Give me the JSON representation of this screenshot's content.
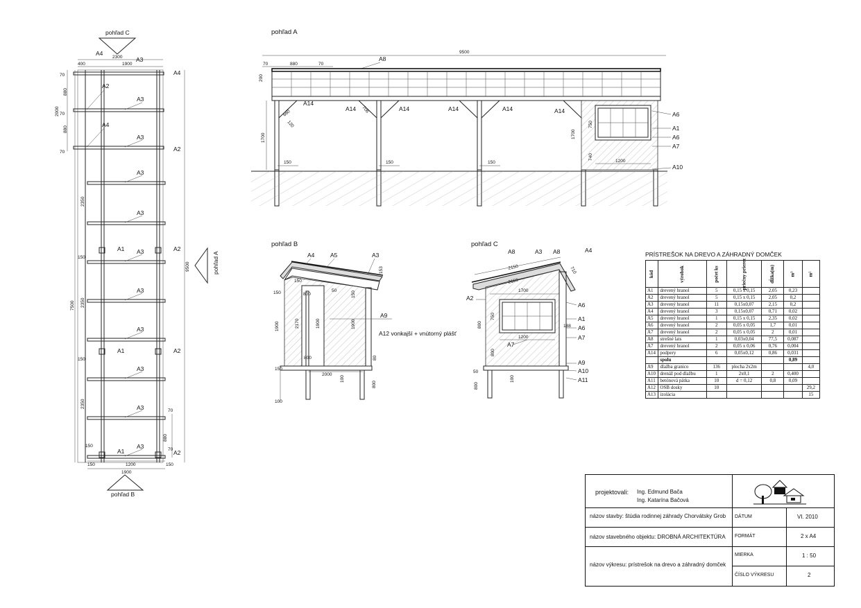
{
  "views": {
    "plan_top": "pohľad C",
    "plan_bottom": "pohľad B",
    "plan_side": "pohľad A",
    "a": "pohľad A",
    "b": "pohľad B",
    "c": "pohľad C"
  },
  "plan": {
    "dim_top_total": "2300",
    "dim_top_left": "400",
    "dim_top_right": "1900",
    "dim_left_total": "2000",
    "dim_left_880a": "880",
    "dim_left_880b": "880",
    "dim_70a": "70",
    "dim_70b": "70",
    "dim_70c": "70",
    "dim_2350a": "2350",
    "dim_2350b": "2350",
    "dim_2350c": "2350",
    "dim_7500": "7500",
    "dim_9500": "9500",
    "dim_150a": "150",
    "dim_150b": "150",
    "dim_150c": "150",
    "dim_bottom_150l": "150",
    "dim_bottom_1200": "1200",
    "dim_bottom_150r": "150",
    "dim_bottom_1900": "1900",
    "dim_right_70a": "70",
    "dim_right_880": "880",
    "dim_right_70b": "70",
    "labels": [
      "A4",
      "A3",
      "A2",
      "A4",
      "A3",
      "A4",
      "A3",
      "A2",
      "A3",
      "A3",
      "A1",
      "A3",
      "A2",
      "A3",
      "A3",
      "A1",
      "A2",
      "A3",
      "A3",
      "A3",
      "A1",
      "A2"
    ]
  },
  "view_a": {
    "dim_total": "9500",
    "dim_70l": "70",
    "dim_880": "880",
    "dim_70r": "70",
    "dim_200": "200",
    "dim_1700l": "1700",
    "dim_1700r": "1700",
    "dim_150a": "150",
    "dim_150b": "150",
    "dim_150c": "150",
    "dim_1200": "1200",
    "dim_750": "750",
    "dim_740": "740",
    "dim_660": "660",
    "dim_120": "120",
    "dim_706": "706",
    "labels": [
      "A8",
      "A14",
      "A14",
      "A14",
      "A14",
      "A14",
      "A14",
      "A6",
      "A1",
      "A6",
      "A7",
      "A10"
    ]
  },
  "view_b": {
    "dims": [
      "150",
      "150",
      "800",
      "50",
      "2170",
      "1900",
      "1900",
      "1900",
      "150",
      "800",
      "80",
      "150",
      "2000",
      "100",
      "800",
      "100",
      "153"
    ],
    "labels": [
      "A4",
      "A5",
      "A3",
      "A9"
    ],
    "note": "A12 vonkajší + vnútorný plášť"
  },
  "view_c": {
    "dims": [
      "2150",
      "2150",
      "1700",
      "710",
      "750",
      "800",
      "188",
      "1200",
      "800",
      "50",
      "100",
      "800"
    ],
    "labels": [
      "A8",
      "A3",
      "A8",
      "A4",
      "A2",
      "A6",
      "A1",
      "A6",
      "A7",
      "A7",
      "A9",
      "A10",
      "A11"
    ]
  },
  "spec": {
    "title": "PRÍSTREŠOK  NA DREVO A ZÁHRADNÝ DOMČEK",
    "headers": [
      "kód",
      "výrobok",
      "počet ks",
      "priečny prierez",
      "dĺžka(m)",
      "m³",
      "m²"
    ],
    "rows": [
      [
        "A1",
        "drevený hranol",
        "5",
        "0,15 x 0,15",
        "2,05",
        "0,23",
        ""
      ],
      [
        "A2",
        "drevený hranol",
        "5",
        "0,15 x 0,15",
        "2,05",
        "0,2",
        ""
      ],
      [
        "A3",
        "drevený hranol",
        "11",
        "0,15x0,07",
        "2,15",
        "0,2",
        ""
      ],
      [
        "A4",
        "drevený hranol",
        "3",
        "0,15x0,07",
        "0,71",
        "0,02",
        ""
      ],
      [
        "A5",
        "drevený hranol",
        "1",
        "0,15 x 0,15",
        "2,35",
        "0,02",
        ""
      ],
      [
        "A6",
        "drevený hranol",
        "2",
        "0,05 x 0,05",
        "1,7",
        "0,01",
        ""
      ],
      [
        "A7",
        "drevený hranol",
        "2",
        "0,05 x 0,05",
        "2",
        "0,01",
        ""
      ],
      [
        "A8",
        "strešné lats",
        "1",
        "0,03x0,04",
        "77,5",
        "0,087",
        ""
      ],
      [
        "A7",
        "drevený hranol",
        "2",
        "0,05 x 0,06",
        "0,76",
        "0,004",
        ""
      ],
      [
        "A14",
        "podpery",
        "6",
        "0,05x0,12",
        "0,86",
        "0,031",
        ""
      ],
      [
        "",
        "spolu",
        "",
        "",
        "",
        "0,89",
        ""
      ],
      [
        "A9",
        "dlažba granico",
        "136",
        "plocha 2x2m",
        "",
        "",
        "4,0"
      ],
      [
        "A10",
        "drenáž pod dlažbu",
        "1",
        "2x0,1",
        "2",
        "0,400",
        ""
      ],
      [
        "A11",
        "betónová pätka",
        "10",
        "d = 0,12",
        "0,8",
        "0,09",
        ""
      ],
      [
        "A12",
        "OSB dosky",
        "10",
        "",
        "",
        "",
        "29,2"
      ],
      [
        "A13",
        "izolácia",
        "",
        "",
        "",
        "",
        "15"
      ]
    ]
  },
  "stamp": {
    "projektovali_label": "projektovali:",
    "author1": "Ing. Edmund Bača",
    "author2": "Ing. Katarína Bačová",
    "stavba_label": "názov stavby:",
    "stavba": "štúdia rodinnej záhrady Chorvátsky Grob",
    "objekt_label": "názov stavebného objektu:",
    "objekt": "DROBNÁ ARCHITEKTÚRA",
    "vykres_label": "názov výkresu:",
    "vykres": "prístrešok na drevo a záhradný domček",
    "datum_label": "DÁTUM",
    "datum": "VI. 2010",
    "format_label": "FORMÁT",
    "format": "2 x A4",
    "mierka_label": "MIERKA",
    "mierka": "1 : 50",
    "cislo_label": "ČÍSLO VÝKRESU",
    "cislo": "2"
  }
}
